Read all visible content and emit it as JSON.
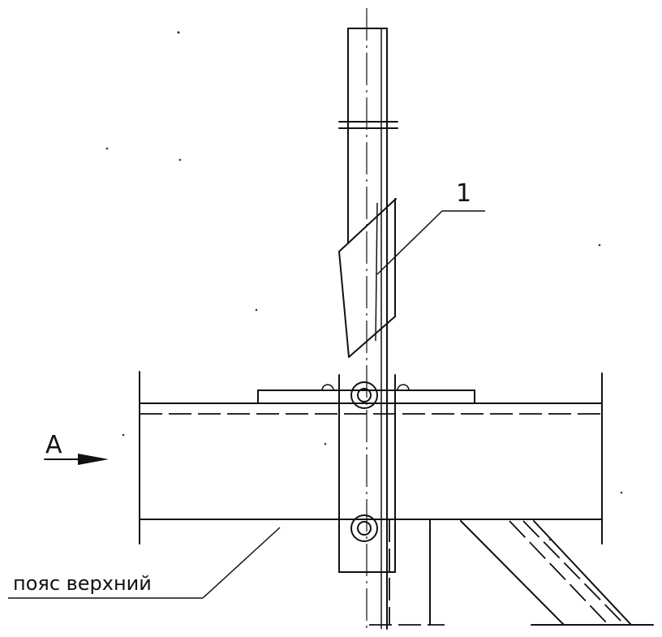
{
  "labels": {
    "callout_number": "1",
    "view_letter": "A",
    "chord_label": "пояс верхний"
  }
}
